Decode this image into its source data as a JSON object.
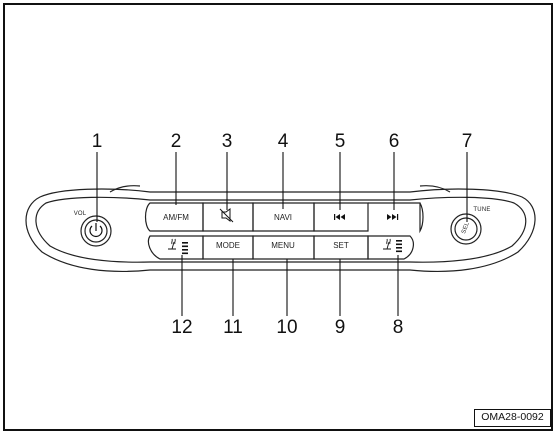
{
  "callouts": {
    "c1": "1",
    "c2": "2",
    "c3": "3",
    "c4": "4",
    "c5": "5",
    "c6": "6",
    "c7": "7",
    "c8": "8",
    "c9": "9",
    "c10": "10",
    "c11": "11",
    "c12": "12"
  },
  "panel": {
    "vol_label": "VOL",
    "tune_label": "TUNE",
    "knob_right_label": "SEL",
    "amfm_label": "AM/FM",
    "navi_label": "NAVI",
    "mode_label": "MODE",
    "menu_label": "MENU",
    "set_label": "SET"
  },
  "icons": {
    "power": "power-icon",
    "mute": "mute-icon",
    "prev": "prev-track-icon",
    "next": "next-track-icon",
    "seat_heat_left": "seat-heater-icon",
    "seat_heat_right": "seat-heater-icon"
  },
  "figure_code": "OMA28-0092"
}
